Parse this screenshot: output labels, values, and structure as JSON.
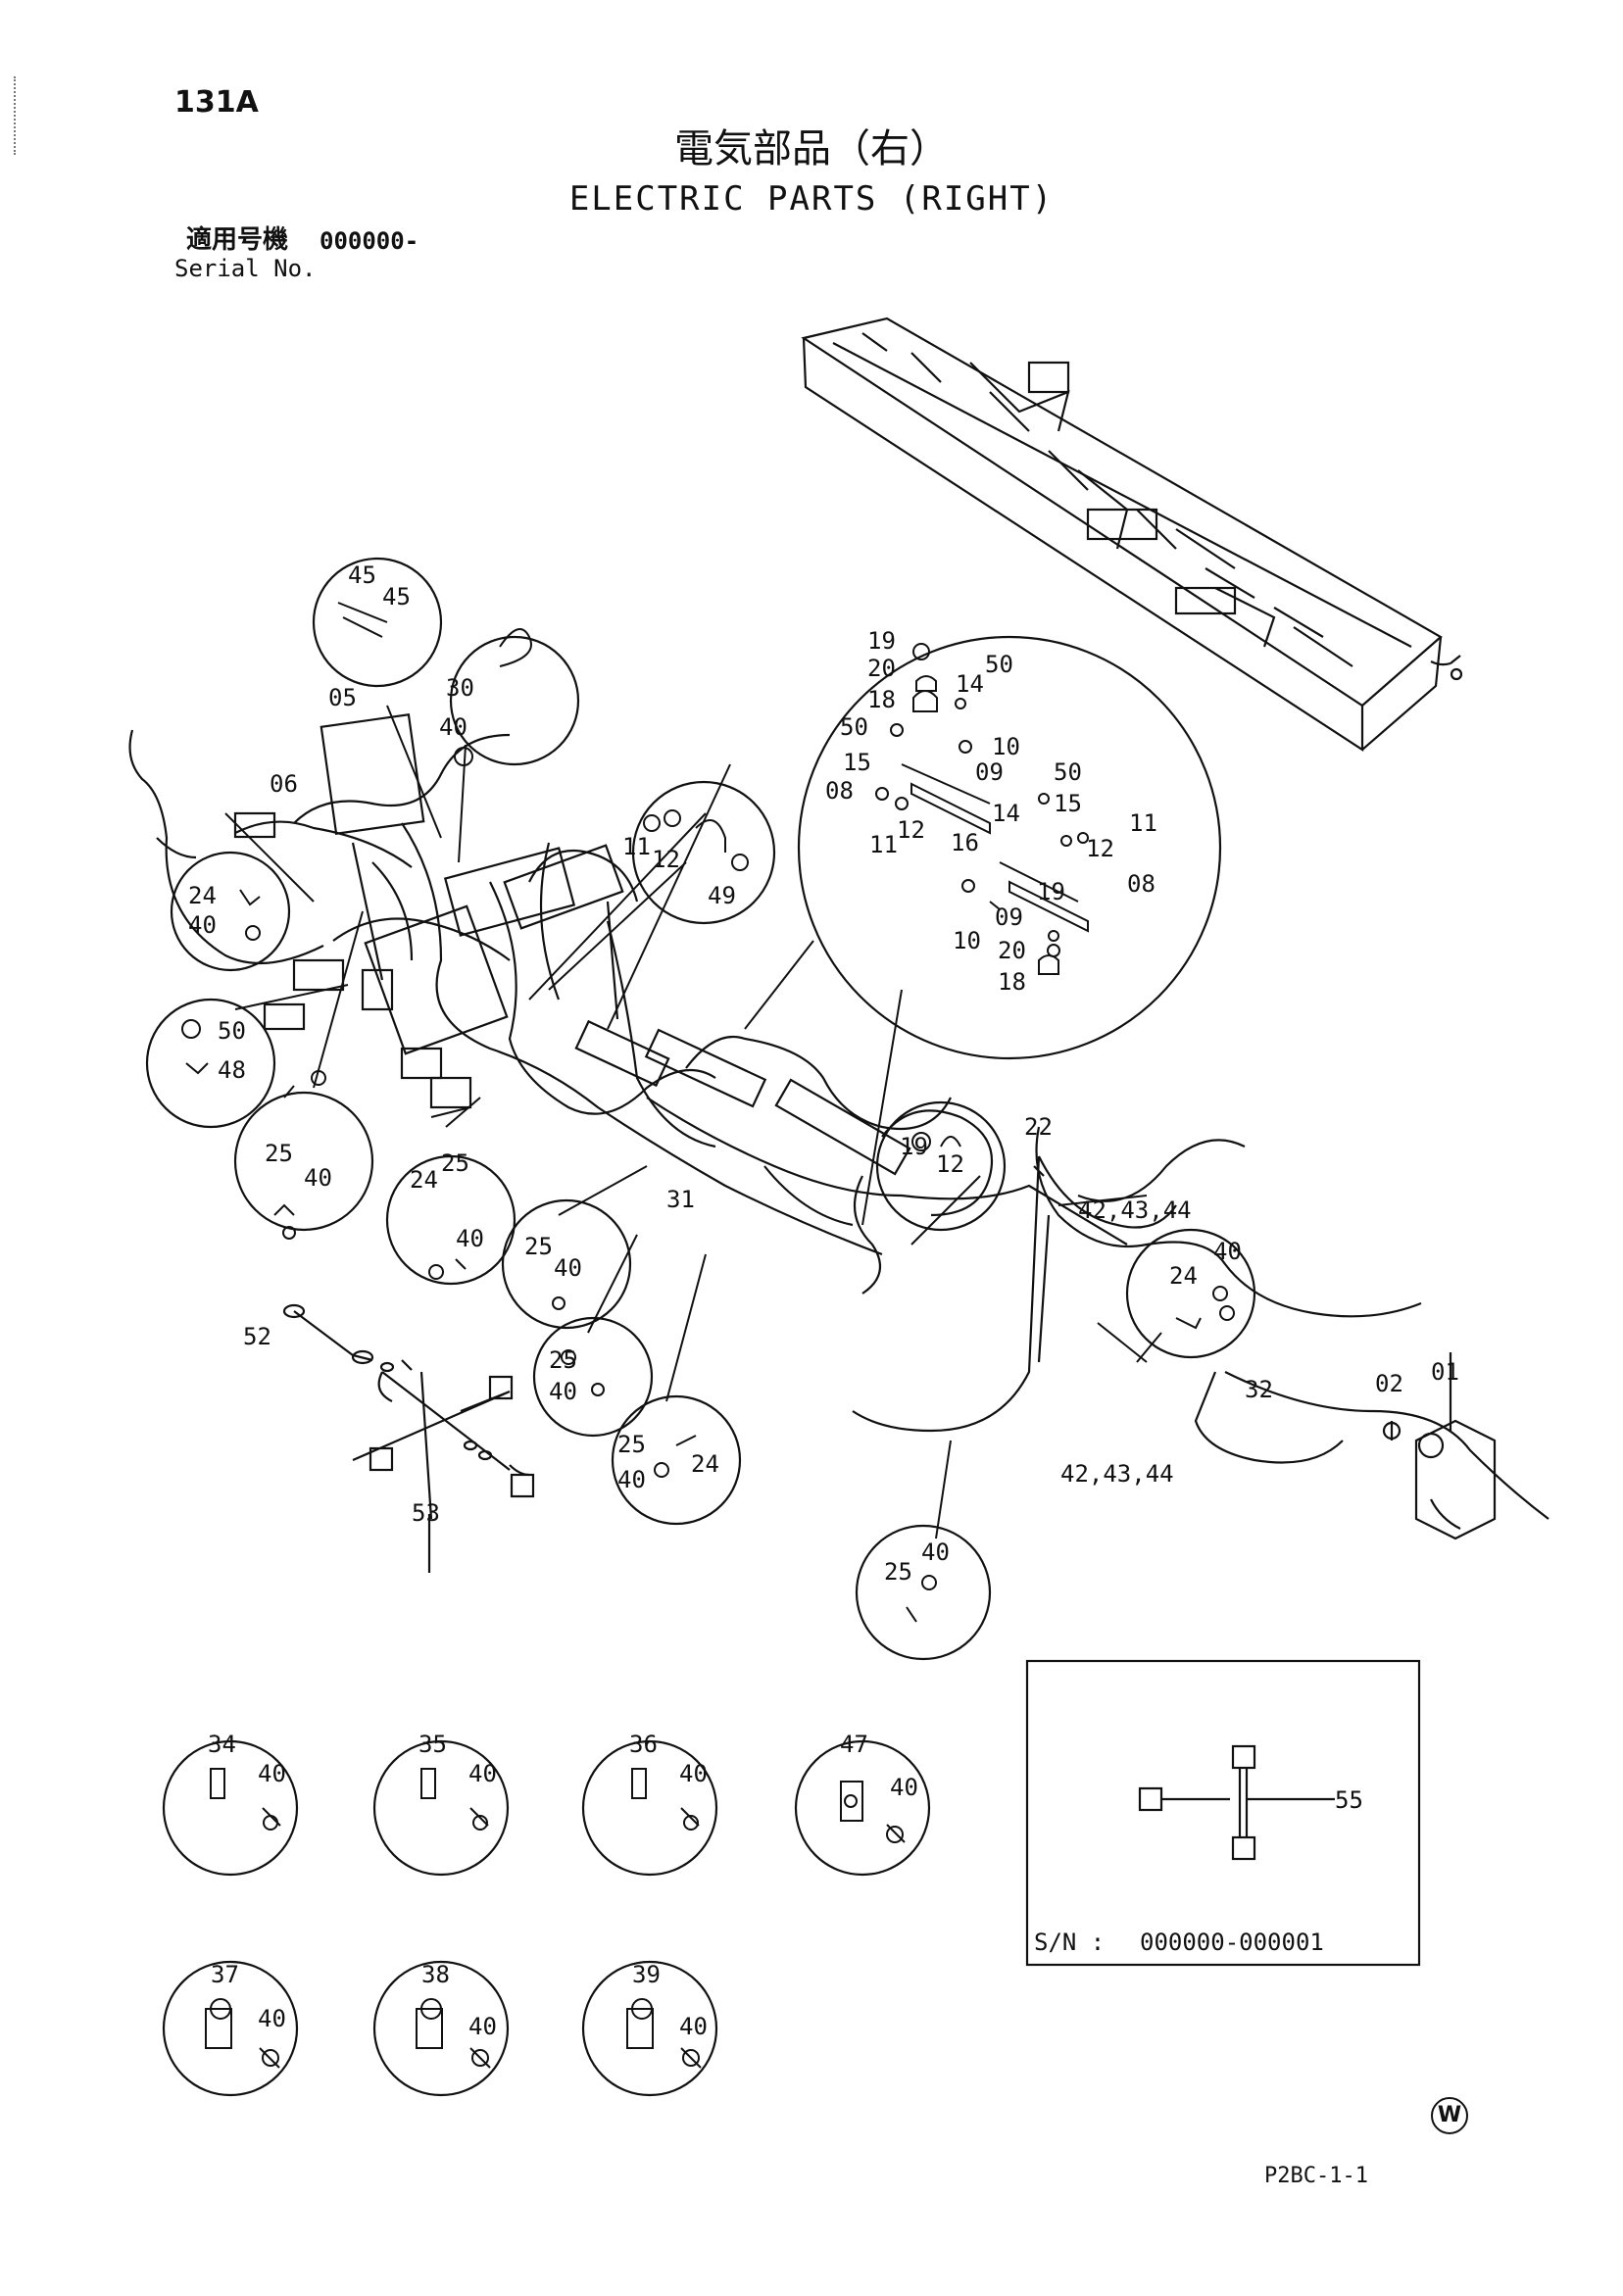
{
  "header": {
    "page_number": "131A",
    "title_jp": "電気部品（右）",
    "title_en": "ELECTRIC PARTS (RIGHT)",
    "serial_label_jp": "適用号機",
    "serial_value": "000000-",
    "serial_label_en": "Serial No."
  },
  "callouts": {
    "c45a": "45",
    "c45b": "45",
    "c30": "30",
    "c40a": "40",
    "c05": "05",
    "c06": "06",
    "c24a": "24",
    "c40b": "40",
    "c50a": "50",
    "c48": "48",
    "c25a": "25",
    "c40c": "40",
    "c24b": "24",
    "c25b": "25",
    "c40d": "40",
    "c25c": "25",
    "c40e": "40",
    "c25d": "25",
    "c40f": "40",
    "c25e": "25",
    "c40g": "40",
    "c24c": "24",
    "c11a": "11",
    "c12a": "12",
    "c49": "49",
    "c19a": "19",
    "c20a": "20",
    "c18a": "18",
    "c14a": "14",
    "c50b": "50",
    "c50c": "50",
    "c10a": "10",
    "c15a": "15",
    "c09a": "09",
    "c08a": "08",
    "c11b": "11",
    "c12b": "12",
    "c50d": "50",
    "c14b": "14",
    "c15b": "15",
    "c11c": "11",
    "c16": "16",
    "c12c": "12",
    "c08b": "08",
    "c19b": "19",
    "c09b": "09",
    "c10b": "10",
    "c20b": "20",
    "c18b": "18",
    "c19c": "19",
    "c12d": "12",
    "c22": "22",
    "c42a": "42,43,44",
    "c42b": "42,43,44",
    "c31": "31",
    "c32": "32",
    "c52": "52",
    "c53": "53",
    "c02": "02",
    "c01": "01",
    "c24d": "24",
    "c40h": "40",
    "c25f": "25",
    "c40i": "40",
    "c34": "34",
    "c40j": "40",
    "c35": "35",
    "c40k": "40",
    "c36": "36",
    "c40l": "40",
    "c47": "47",
    "c40m": "40",
    "c37": "37",
    "c40n": "40",
    "c38": "38",
    "c40o": "40",
    "c39": "39",
    "c40p": "40",
    "c55": "55"
  },
  "inset": {
    "serial_label": "S/N :",
    "serial_range": "000000-000001"
  },
  "footer": {
    "code": "P2BC-1-1",
    "mark": "W"
  }
}
